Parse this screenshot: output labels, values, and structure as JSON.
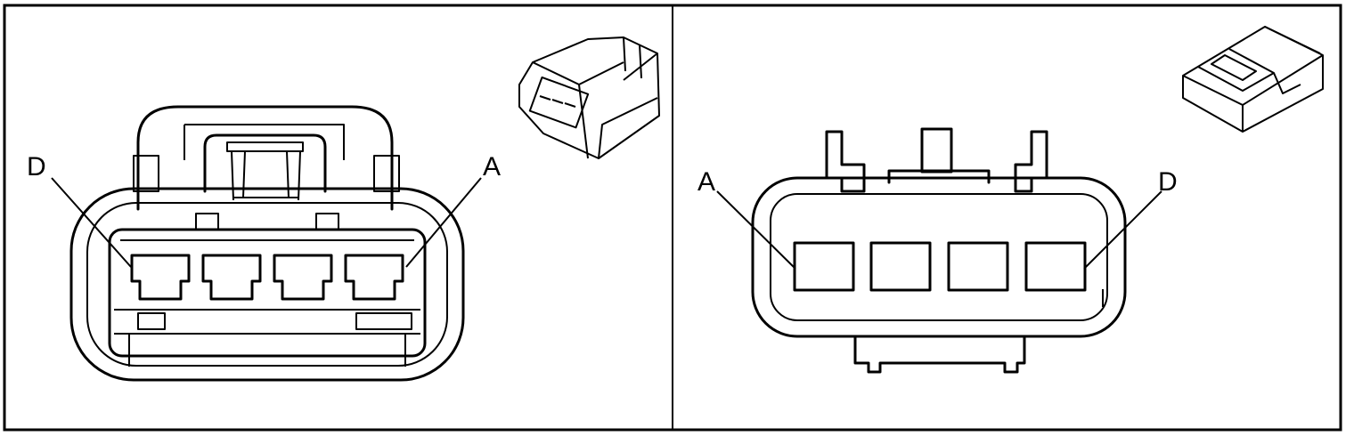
{
  "left_panel": {
    "label_left": "D",
    "label_right": "A"
  },
  "right_panel": {
    "label_left": "A",
    "label_right": "D"
  }
}
